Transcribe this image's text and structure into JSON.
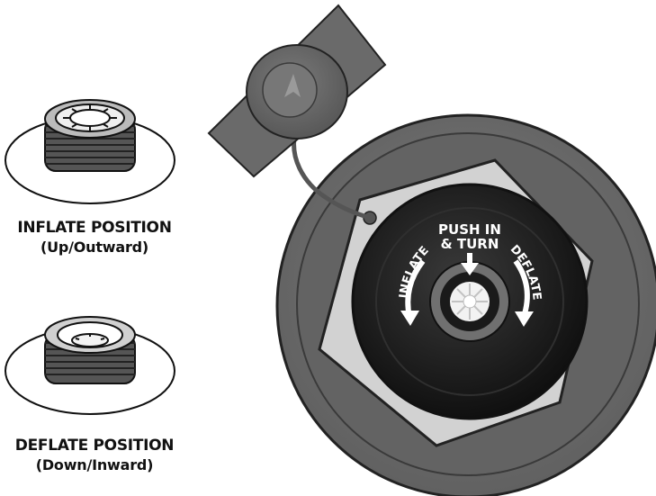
{
  "inflate_position": {
    "title": "INFLATE POSITION",
    "subtitle": "(Up/Outward)"
  },
  "deflate_position": {
    "title": "DEFLATE POSITION",
    "subtitle": "(Down/Inward)"
  },
  "valve_face": {
    "center_label_line1": "PUSH IN",
    "center_label_line2": "& TURN",
    "left_arrow_label": "INFLATE",
    "right_arrow_label": "DEFLATE"
  },
  "colors": {
    "outer_ring": "#6e6e6e",
    "inner_ring": "#5b5b5b",
    "hex_plate": "#d2d2d2",
    "valve_core": "#1c1c1c",
    "cap": "#666666",
    "arrow": "#ffffff"
  },
  "icons": {
    "cap": "valve-cap-icon",
    "tether": "tether-strap-icon",
    "pin": "pin-dot-icon"
  }
}
